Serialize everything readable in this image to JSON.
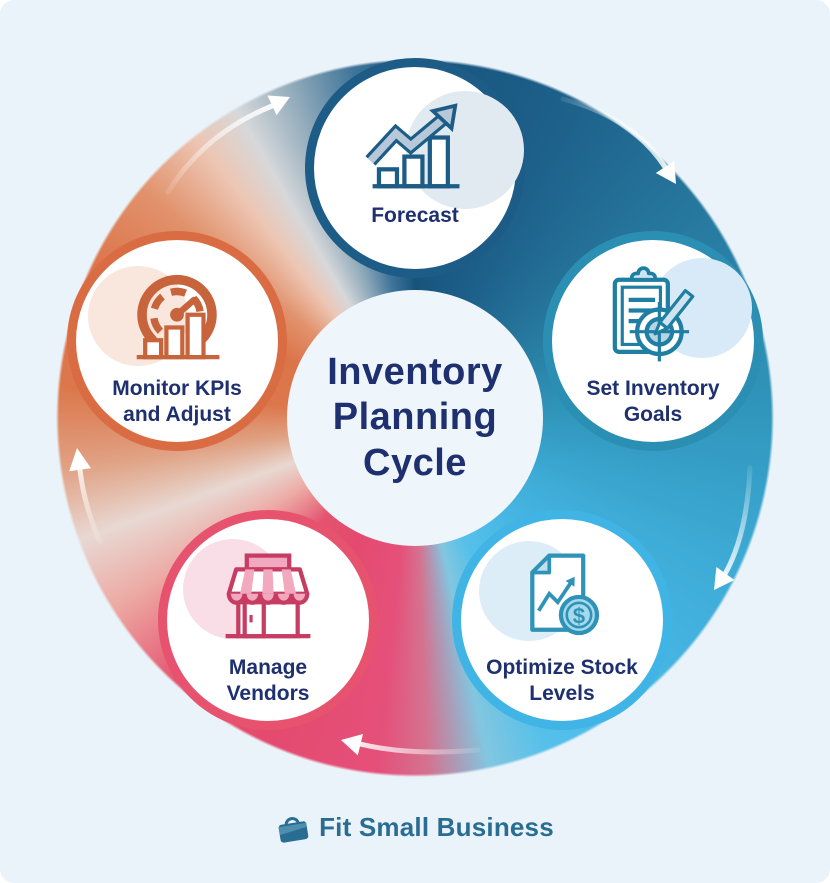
{
  "background_color": "#e9f3f9",
  "center": {
    "title_lines": [
      "Inventory",
      "Planning",
      "Cycle"
    ],
    "text_color": "#1e306f",
    "circle_color": "#eef6fb"
  },
  "stages": [
    {
      "name": "Forecast",
      "label_lines": [
        "Forecast"
      ],
      "icon": "bar-chart-trend-up-icon",
      "color": "#1d5c86"
    },
    {
      "name": "Set Inventory Goals",
      "label_lines": [
        "Set Inventory",
        "Goals"
      ],
      "icon": "clipboard-target-pencil-icon",
      "color": "#2b8fb4"
    },
    {
      "name": "Optimize Stock Levels",
      "label_lines": [
        "Optimize Stock",
        "Levels"
      ],
      "icon": "document-chart-dollar-icon",
      "color": "#40b4e4"
    },
    {
      "name": "Manage Vendors",
      "label_lines": [
        "Manage",
        "Vendors"
      ],
      "icon": "storefront-icon",
      "color": "#e7536f"
    },
    {
      "name": "Monitor KPIs and Adjust",
      "label_lines": [
        "Monitor KPIs",
        "and Adjust"
      ],
      "icon": "gauge-bar-chart-icon",
      "color": "#da6c44"
    }
  ],
  "ring_colors": {
    "top": "#17547c",
    "right": "#2f93b8",
    "bottom_right": "#4cbae7",
    "bottom_left": "#e44a6e",
    "left": "#dc744a"
  },
  "flow": {
    "direction": "clockwise",
    "arrow_color": "#ffffff",
    "arrow_count": 5
  },
  "footer": {
    "brand": "Fit Small Business",
    "icon": "briefcase-icon",
    "color": "#2a6d92"
  }
}
